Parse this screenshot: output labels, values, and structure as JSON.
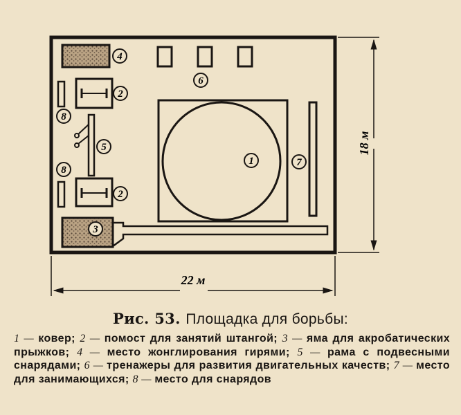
{
  "figure": {
    "label": "Рис. 53.",
    "title": "Площадка для борьбы:"
  },
  "dimensions": {
    "height": "18 м",
    "width": "22 м"
  },
  "markers": [
    "1",
    "2",
    "2",
    "3",
    "4",
    "5",
    "6",
    "7",
    "8",
    "8"
  ],
  "legend": [
    {
      "num": "1",
      "text": "ковер;"
    },
    {
      "num": "2",
      "text": "помост для занятий штангой;"
    },
    {
      "num": "3",
      "text": "яма для акробатических прыжков;"
    },
    {
      "num": "4",
      "text": "место жонглирования гирями;"
    },
    {
      "num": "5",
      "text": "рама с подвесными снарядами;"
    },
    {
      "num": "6",
      "text": "тренажеры для развития двигательных качеств;"
    },
    {
      "num": "7",
      "text": "место для занимающихся;"
    },
    {
      "num": "8",
      "text": "место для снарядов"
    }
  ],
  "colors": {
    "paper": "#efe3c9",
    "ink": "#1a1613",
    "pit_fill": "#9c8468"
  }
}
